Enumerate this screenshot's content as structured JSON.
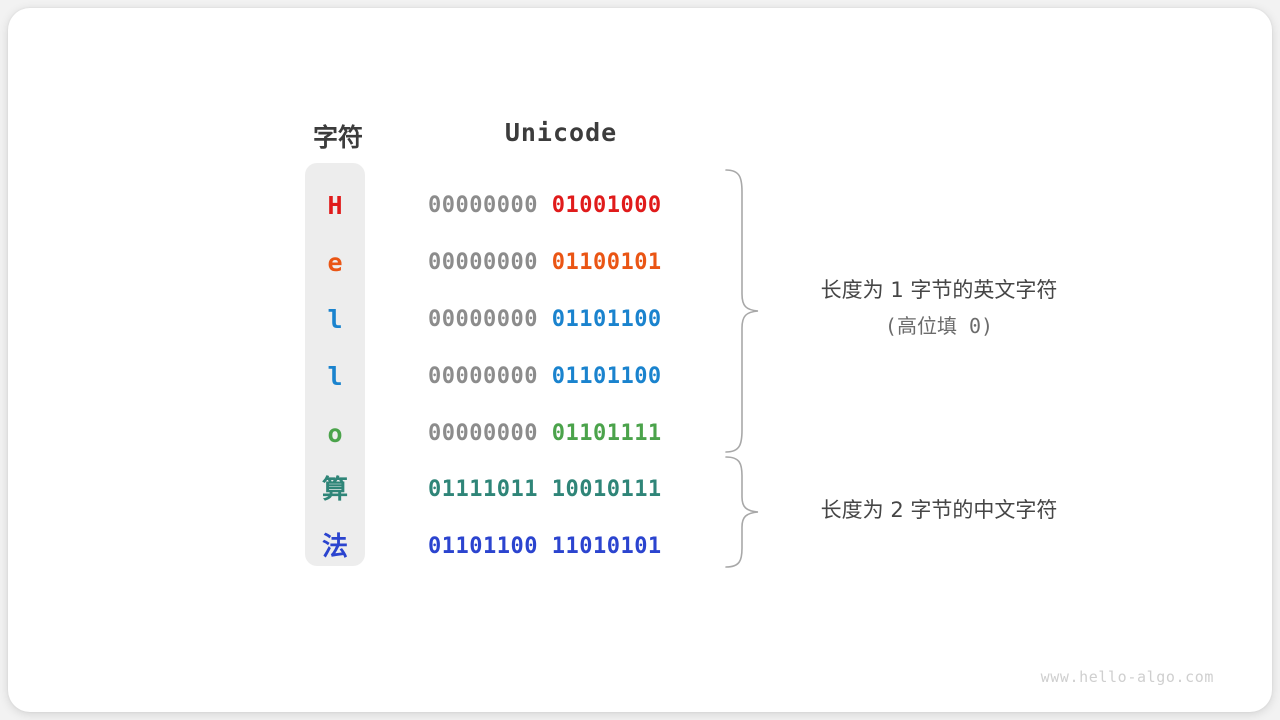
{
  "figure": {
    "headers": {
      "character": "字符",
      "encoding": "Unicode"
    },
    "watermark": "www.hello-algo.com",
    "colors": {
      "H": "#e01b1b",
      "e": "#ea5514",
      "l": "#1a83ce",
      "o": "#4ba34b",
      "suan": "#2f8578",
      "fa": "#2b44cf",
      "zero_gray": "#8c8c8c",
      "panel_bg": "#ededed",
      "brace": "#a8a8a8",
      "text_dark": "#3c3c3c",
      "card_bg": "#ffffff",
      "page_bg": "#f2f2f2"
    },
    "rows": [
      {
        "char": "H",
        "high_byte": "00000000",
        "low_byte": "01001000",
        "color": "#e01b1b",
        "high_gray": true,
        "cjk": false
      },
      {
        "char": "e",
        "high_byte": "00000000",
        "low_byte": "01100101",
        "color": "#ea5514",
        "high_gray": true,
        "cjk": false
      },
      {
        "char": "l",
        "high_byte": "00000000",
        "low_byte": "01101100",
        "color": "#1a83ce",
        "high_gray": true,
        "cjk": false
      },
      {
        "char": "l",
        "high_byte": "00000000",
        "low_byte": "01101100",
        "color": "#1a83ce",
        "high_gray": true,
        "cjk": false
      },
      {
        "char": "o",
        "high_byte": "00000000",
        "low_byte": "01101111",
        "color": "#4ba34b",
        "high_gray": true,
        "cjk": false
      },
      {
        "char": "算",
        "high_byte": "01111011",
        "low_byte": "10010111",
        "color": "#2f8578",
        "high_gray": false,
        "cjk": true
      },
      {
        "char": "法",
        "high_byte": "01101100",
        "low_byte": "11010101",
        "color": "#2b44cf",
        "high_gray": false,
        "cjk": true
      }
    ],
    "annotations": [
      {
        "main": "长度为 1 字节的英文字符",
        "sub": "(高位填 0)"
      },
      {
        "main": "长度为 2 字节的中文字符",
        "sub": ""
      }
    ]
  }
}
